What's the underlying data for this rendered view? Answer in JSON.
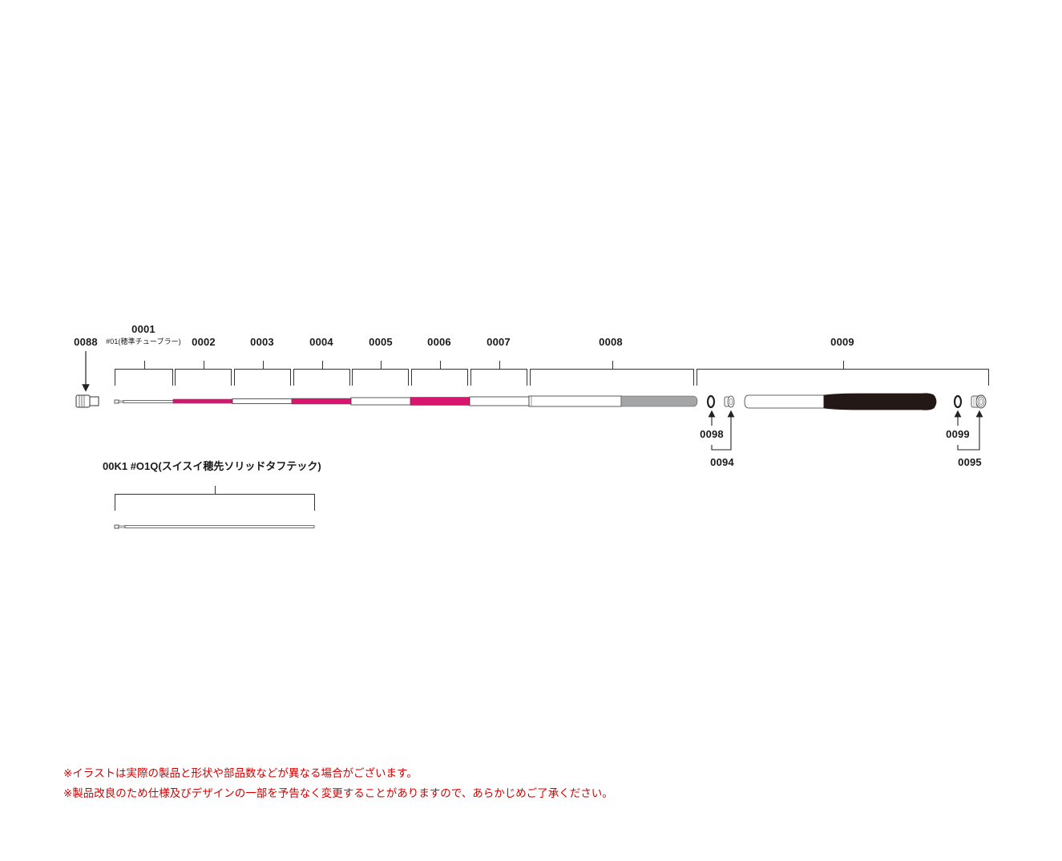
{
  "parts": {
    "p0088": "0088",
    "p0001": "0001",
    "p0001_sub": "#01(穂準チューブラー)",
    "p0002": "0002",
    "p0003": "0003",
    "p0004": "0004",
    "p0005": "0005",
    "p0006": "0006",
    "p0007": "0007",
    "p0008": "0008",
    "p0009": "0009",
    "p0098": "0098",
    "p0094": "0094",
    "p0099": "0099",
    "p0095": "0095",
    "p00K1": "00K1 #O1Q(スイスイ穂先ソリッドタフテック)"
  },
  "colors": {
    "magenta": "#d8166f",
    "grey": "#a3a5a6",
    "dark": "#231815",
    "note": "#d40000"
  },
  "notes": [
    "※イラストは実際の製品と形状や部品数などが異なる場合がございます。",
    "※製品改良のため仕様及びデザインの一部を予告なく変更することがありますので、あらかじめご了承ください。"
  ]
}
